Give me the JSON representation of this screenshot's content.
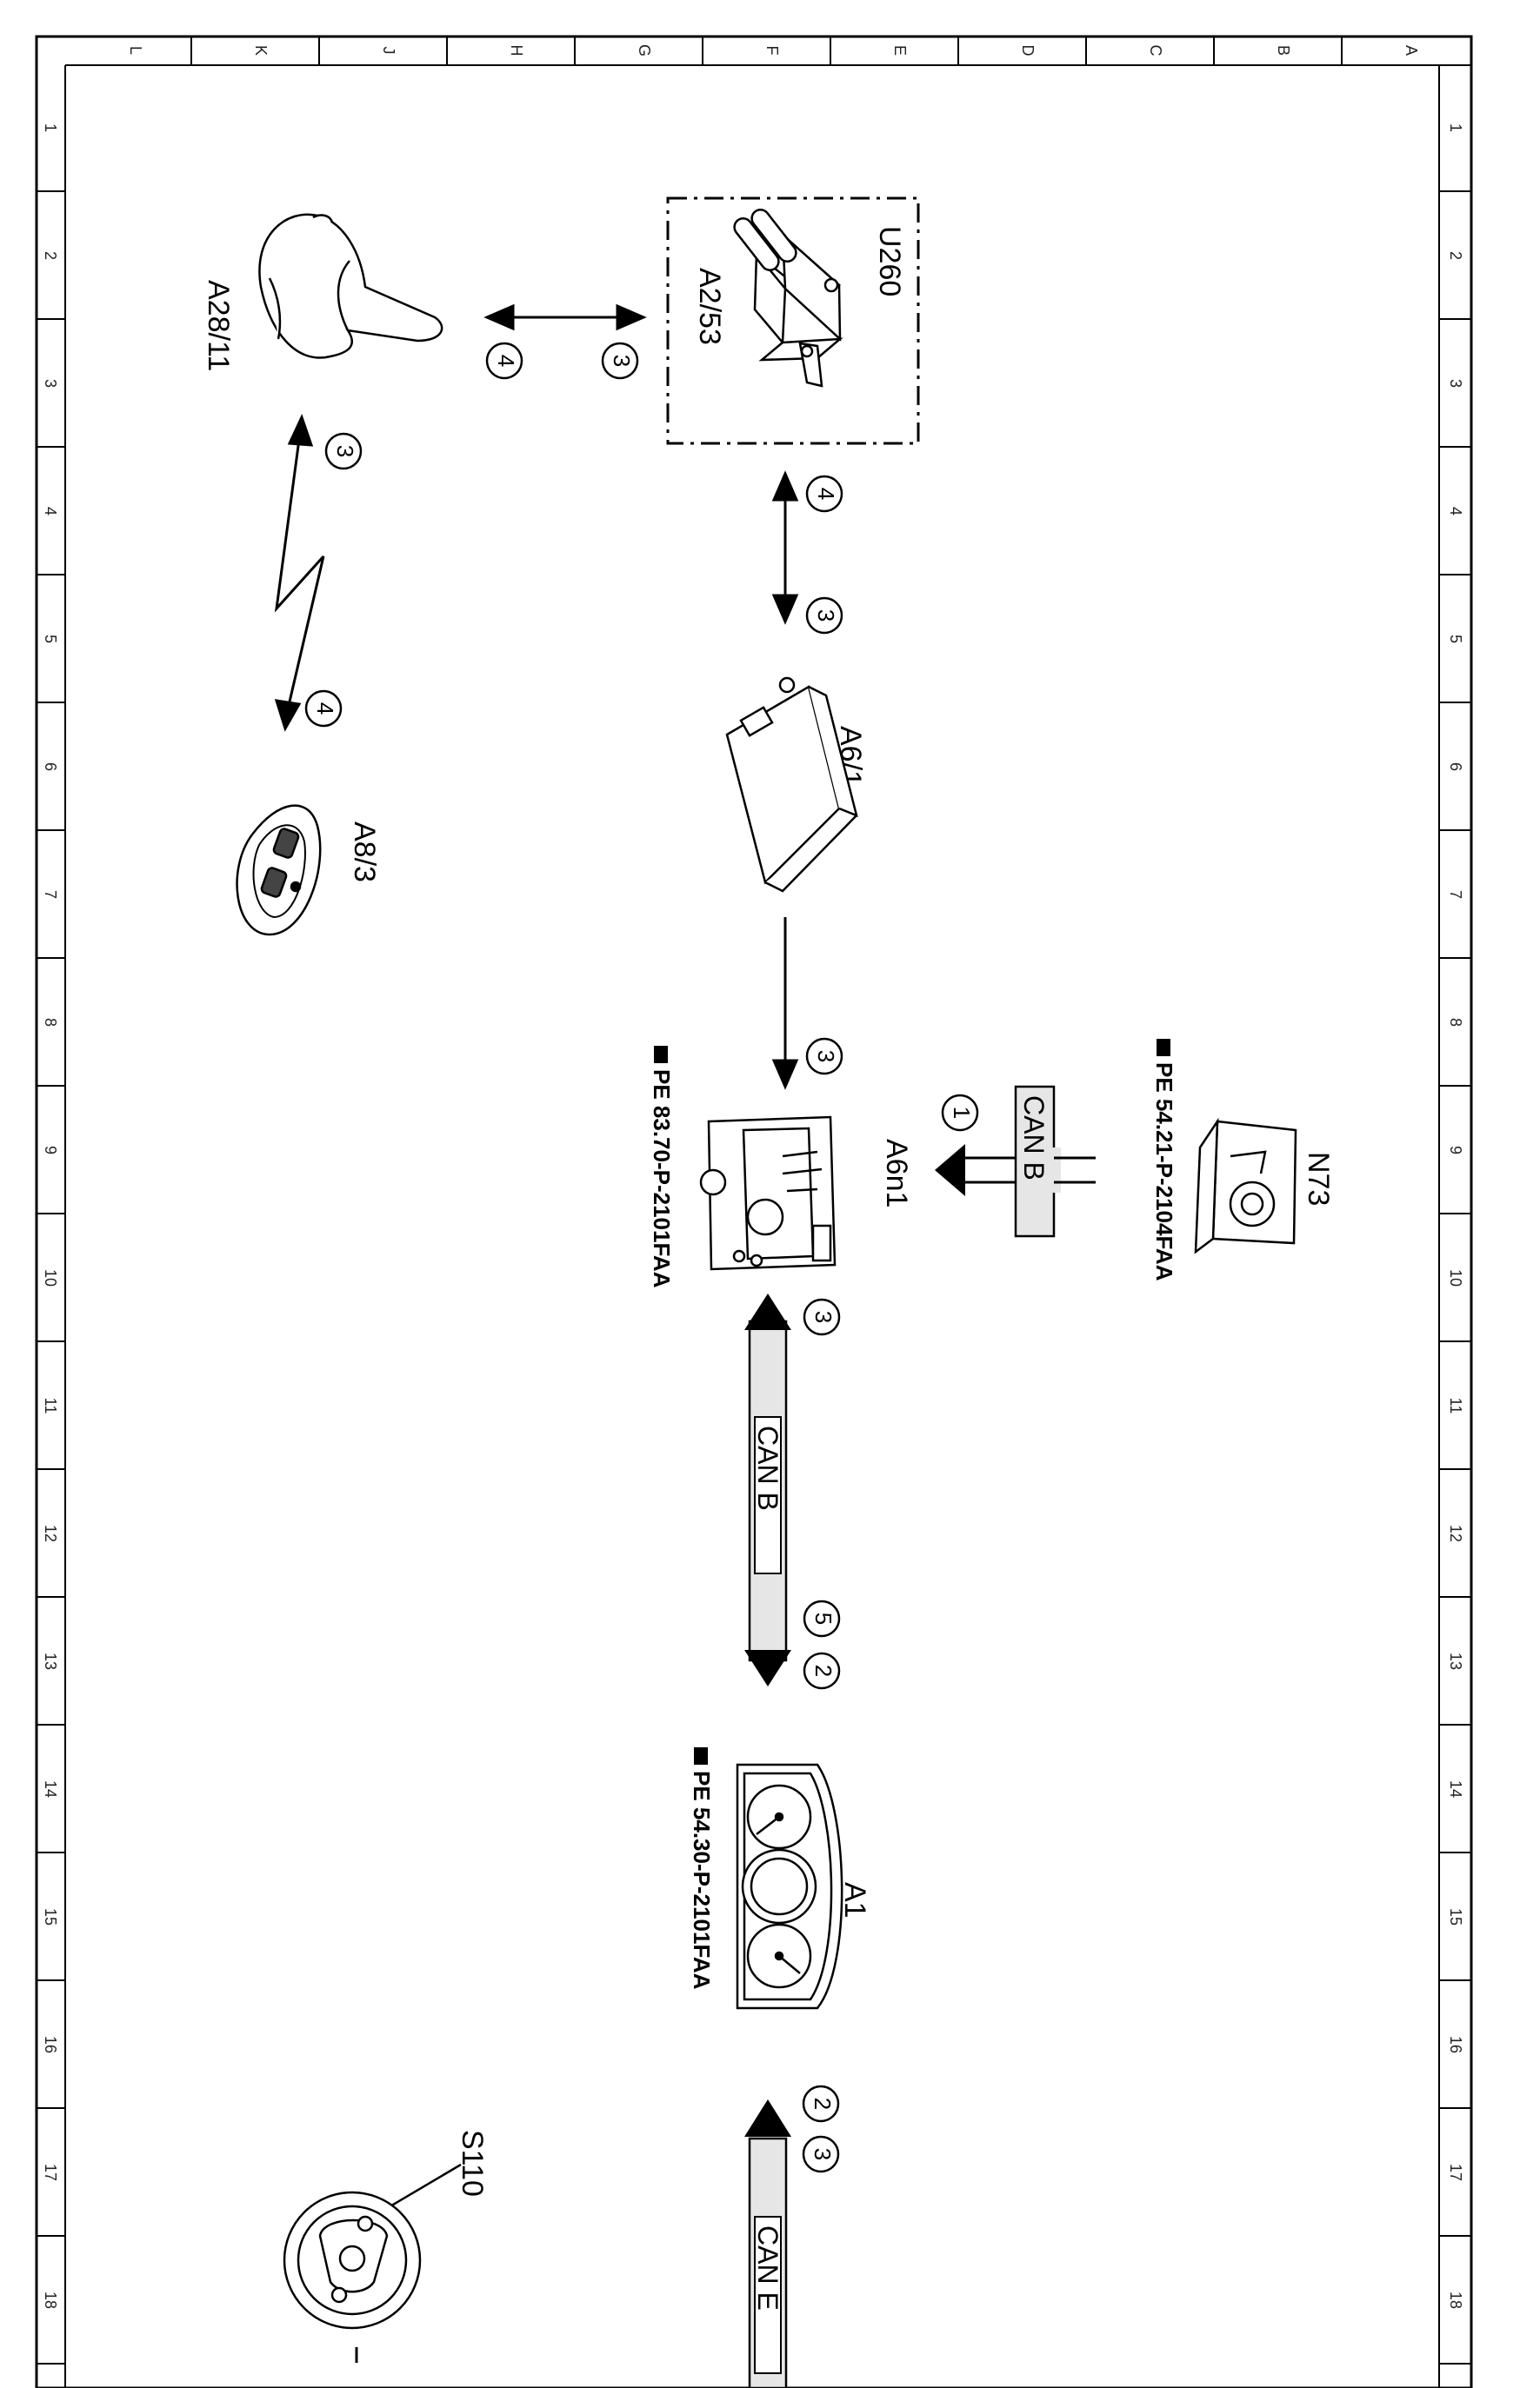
{
  "frame": {
    "col_labels": [
      "L",
      "K",
      "J",
      "H",
      "G",
      "F",
      "E",
      "D",
      "C",
      "B",
      "A"
    ],
    "row_labels": [
      "1",
      "2",
      "3",
      "4",
      "5",
      "6",
      "7",
      "8",
      "9",
      "10",
      "11",
      "12",
      "13",
      "14",
      "15",
      "16",
      "17",
      "18"
    ]
  },
  "components": {
    "u260": "U260",
    "a2_53": "A2/53",
    "a28_11": "A28/11",
    "a6_1": "A6/1",
    "a8_3": "A8/3",
    "a6n1": "A6n1",
    "n73": "N73",
    "a1": "A1",
    "s110": "S110"
  },
  "references": {
    "a6n1": "PE 83.70-P-2101FAA",
    "n73": "PE 54.21-P-2104FAA",
    "a1": "PE 54.30-P-2101FAA"
  },
  "buses": {
    "can_b": "CAN B",
    "can_e": "CAN E"
  },
  "markers": {
    "one": "1",
    "two": "2",
    "three": "3",
    "four": "4",
    "five": "5"
  },
  "colors": {
    "line": "#000000",
    "background": "#ffffff",
    "bus_fill": "#e6e6e6"
  }
}
